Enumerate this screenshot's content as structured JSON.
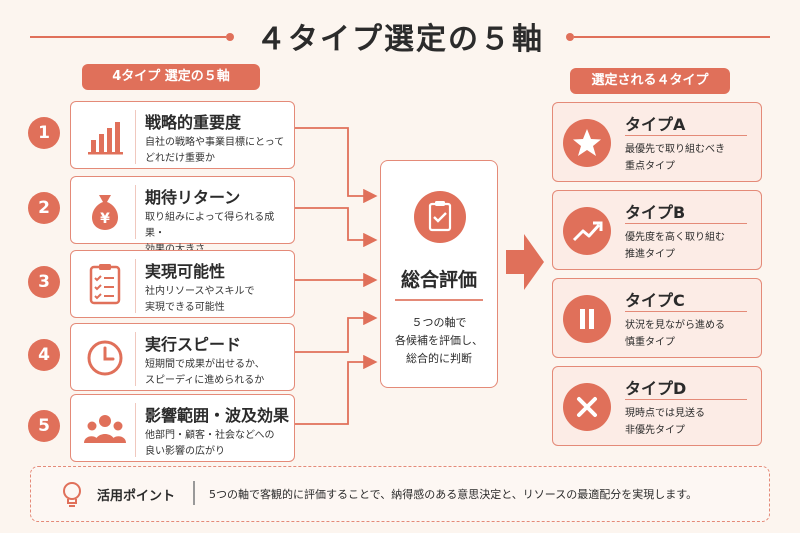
{
  "title": "４タイプ選定の５軸",
  "left_header": "4タイプ 選定の５軸",
  "right_header": "選定される４タイプ",
  "axes": [
    {
      "num": "1",
      "title": "戦略的重要度",
      "desc": "自社の戦略や事業目標にとって\nどれだけ重要か",
      "icon": "bar-chart-icon"
    },
    {
      "num": "2",
      "title": "期待リターン",
      "desc": "取り組みによって得られる成果・\n効果の大きさ",
      "icon": "money-bag-icon"
    },
    {
      "num": "3",
      "title": "実現可能性",
      "desc": "社内リソースやスキルで\n実現できる可能性",
      "icon": "checklist-icon"
    },
    {
      "num": "4",
      "title": "実行スピード",
      "desc": "短期間で成果が出せるか、\nスピーディに進められるか",
      "icon": "clock-icon"
    },
    {
      "num": "5",
      "title": "影響範囲・波及効果",
      "desc": "他部門・顧客・社会などへの\n良い影響の広がり",
      "icon": "people-icon"
    }
  ],
  "center": {
    "title": "総合評価",
    "desc": "５つの軸で\n各候補を評価し、\n総合的に判断",
    "icon": "clipboard-check-icon"
  },
  "types": [
    {
      "title": "タイプA",
      "desc": "最優先で取り組むべき\n重点タイプ",
      "icon": "star-icon"
    },
    {
      "title": "タイプB",
      "desc": "優先度を高く取り組む\n推進タイプ",
      "icon": "trend-up-icon"
    },
    {
      "title": "タイプC",
      "desc": "状況を見ながら進める\n慎重タイプ",
      "icon": "pause-icon"
    },
    {
      "title": "タイプD",
      "desc": "現時点では見送る\n非優先タイプ",
      "icon": "cross-icon"
    }
  ],
  "bottom": {
    "label": "活用ポイント",
    "text": "5つの軸で客観的に評価することで、納得感のある意思決定と、リソースの最適配分を実現します。",
    "icon": "lightbulb-icon"
  },
  "colors": {
    "accent": "#e0705a",
    "background": "#fcf5ef",
    "card_border": "#e48a78",
    "type_card_bg": "#fcece6"
  }
}
